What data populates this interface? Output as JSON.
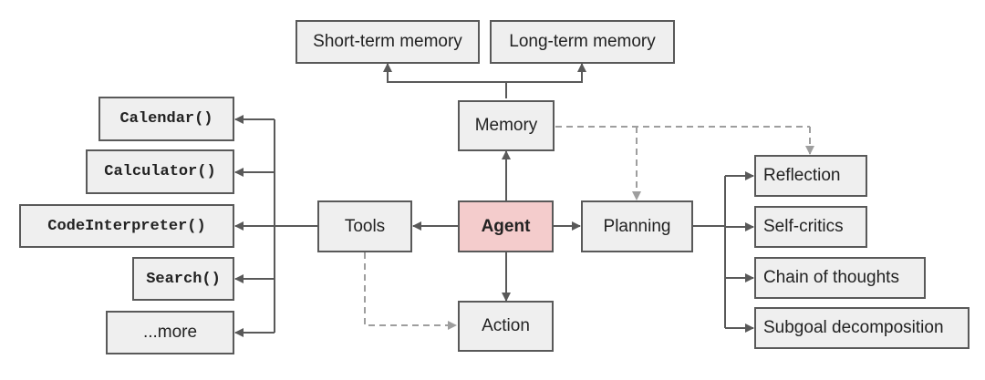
{
  "nodes": {
    "short_term_memory": "Short-term memory",
    "long_term_memory": "Long-term memory",
    "memory": "Memory",
    "agent": "Agent",
    "tools": "Tools",
    "planning": "Planning",
    "action": "Action",
    "calendar": "Calendar()",
    "calculator": "Calculator()",
    "code_interpreter": "CodeInterpreter()",
    "search": "Search()",
    "more": "...more",
    "reflection": "Reflection",
    "self_critics": "Self-critics",
    "chain_of_thoughts": "Chain of thoughts",
    "subgoal_decomposition": "Subgoal decomposition"
  },
  "colors": {
    "node_fill": "#efefef",
    "node_border": "#595959",
    "agent_fill": "#f4cccc",
    "solid_arrow": "#595959",
    "dashed_arrow": "#9e9e9e"
  }
}
